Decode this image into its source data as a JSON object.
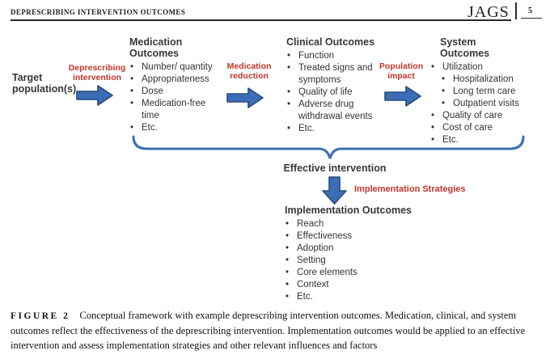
{
  "header": {
    "running_head": "DEPRESCRIBING INTERVENTION OUTCOMES",
    "journal": "JAGS",
    "page_number": "5"
  },
  "diagram": {
    "target_label": "Target population(s)",
    "arrow1_label": "Deprescribing intervention",
    "arrow2_label": "Medication reduction",
    "arrow3_label": "Population impact",
    "arrow4_label": "Implementation Strategies",
    "effective_label": "Effective intervention",
    "columns": [
      {
        "title": "Medication Outcomes",
        "items": [
          "Number/ quantity",
          "Appropriateness",
          "Dose",
          "Medication-free time",
          "Etc."
        ]
      },
      {
        "title": "Clinical Outcomes",
        "items": [
          "Function",
          "Treated signs and symptoms",
          "Quality of life",
          "Adverse drug withdrawal events",
          "Etc."
        ]
      },
      {
        "title": "System Outcomes",
        "items": [
          "Utilization",
          "Hospitalization",
          "Long term care",
          "Outpatient visits",
          "Quality of care",
          "Cost of care",
          "Etc."
        ]
      },
      {
        "title": "Implementation Outcomes",
        "items": [
          "Reach",
          "Effectiveness",
          "Adoption",
          "Setting",
          "Core elements",
          "Context",
          "Etc."
        ]
      }
    ],
    "colors": {
      "arrow_fill": "#3b6eb6",
      "arrow_stroke": "#27497a",
      "brace_stroke": "#3c6fb6",
      "accent_red": "#c2362b"
    }
  },
  "caption": {
    "label": "FIGURE 2",
    "text": "Conceptual framework with example deprescribing intervention outcomes. Medication, clinical, and system outcomes reflect the effectiveness of the deprescribing intervention. Implementation outcomes would be applied to an effective intervention and assess implementation strategies and other relevant influences and factors"
  }
}
